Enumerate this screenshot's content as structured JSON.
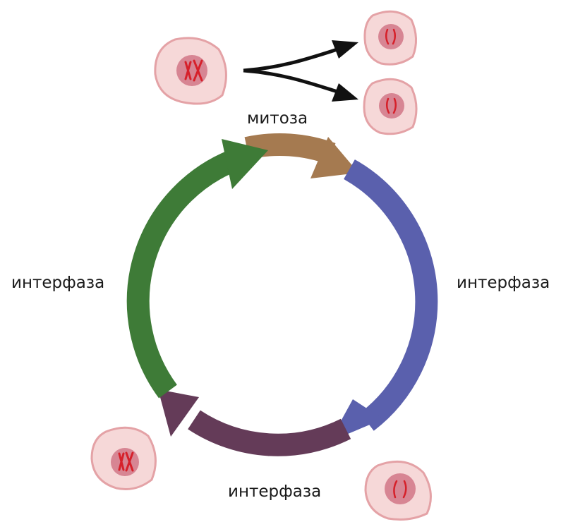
{
  "labels": {
    "top": "митоза",
    "left": "интерфаза",
    "right": "интерфаза",
    "bottom": "интерфаза"
  },
  "colors": {
    "mitosis_arc": "#a57a50",
    "right_arc": "#5a60ad",
    "bottom_arc": "#643b58",
    "left_arc": "#3e7b37",
    "cell_body": "#f6d8d8",
    "cell_border": "#e4a2a6",
    "nucleus": "#d78593",
    "chromosome": "#d6202a",
    "split_arrows": "#111111"
  }
}
